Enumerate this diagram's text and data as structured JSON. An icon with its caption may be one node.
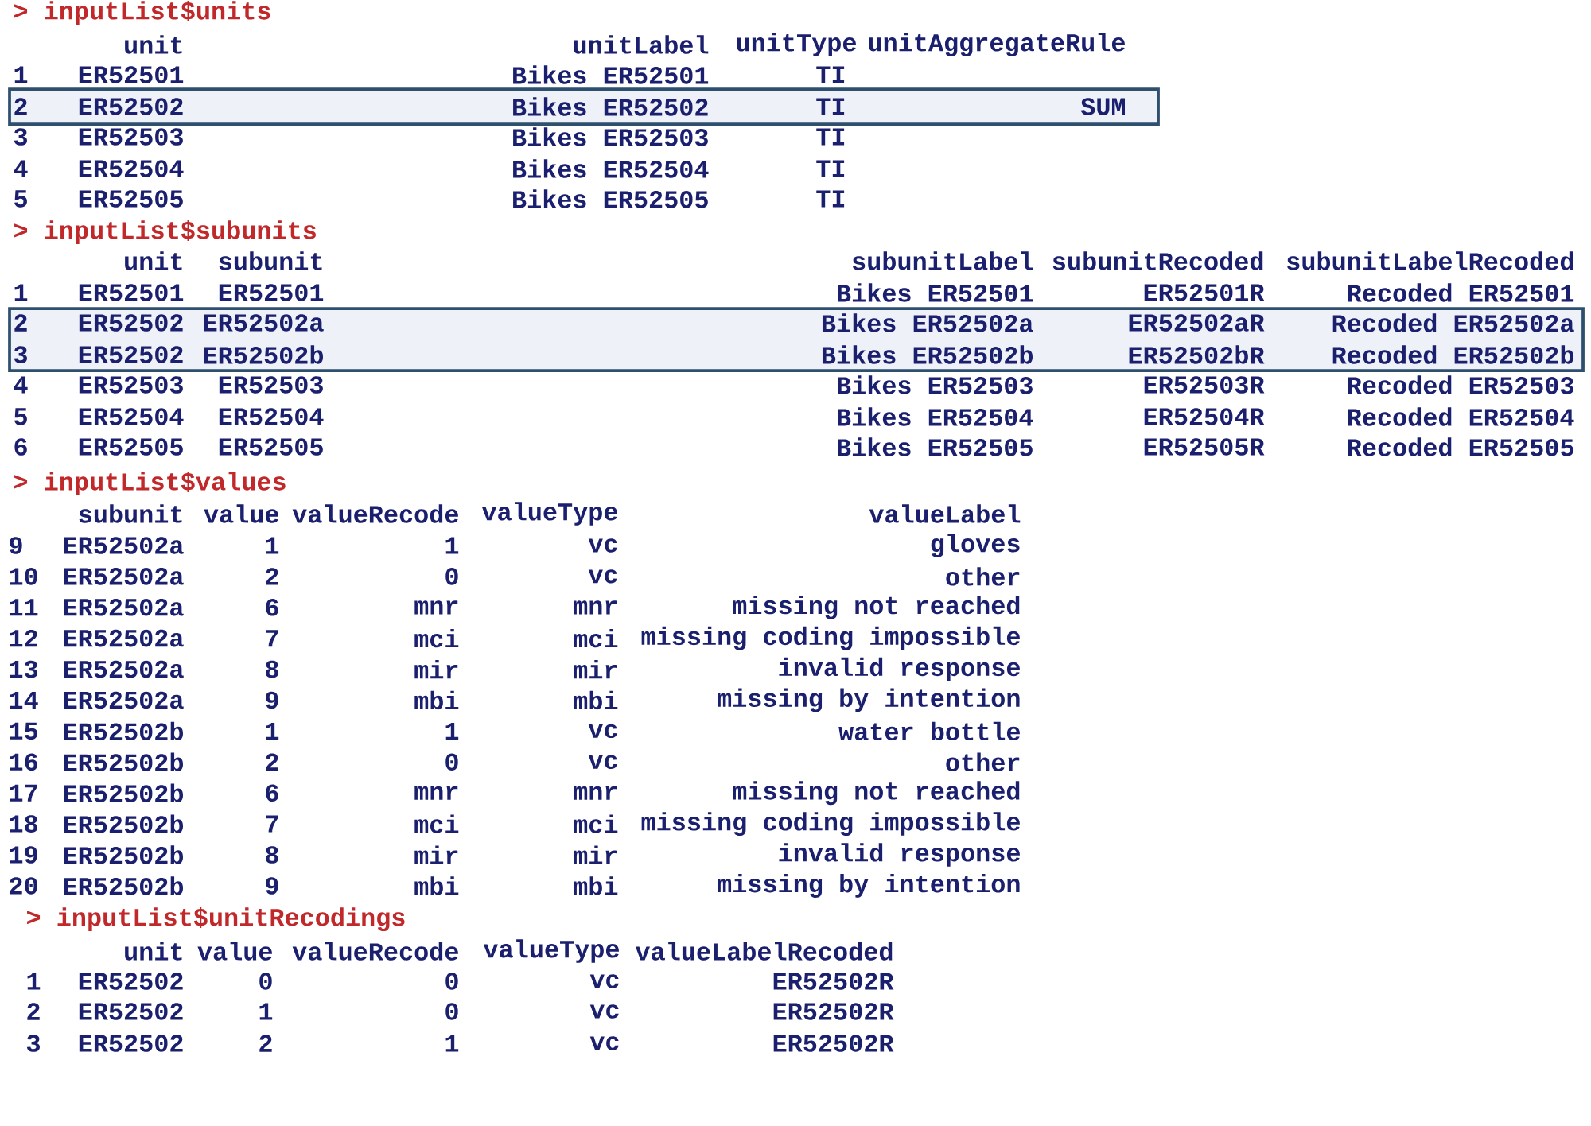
{
  "diagram": {
    "nodes": [
      {
        "text": [
          "2",
          "ER52502",
          "Bikes ER52502",
          "TI",
          "SUM"
        ]
      },
      {
        "text": [
          "2",
          "ER52502",
          "ER52502a",
          "Bikes ER52502a",
          "ER52502aR",
          "Recoded ER52502a",
          "3",
          "ER52502",
          "ER52502b",
          "Bikes ER52502b",
          "ER52502bR",
          "Recoded ER52502b"
        ]
      }
    ],
    "labels": [
      "> inputList$units",
      "unit",
      "unitLabel",
      "unitType",
      "unitAggregateRule",
      "1",
      "ER52501",
      "Bikes ER52501",
      "TI",
      "3",
      "ER52503",
      "Bikes ER52503",
      "TI",
      "4",
      "ER52504",
      "Bikes ER52504",
      "TI",
      "5",
      "ER52505",
      "Bikes ER52505",
      "TI",
      "> inputList$subunits",
      "unit",
      "subunit",
      "subunitLabel",
      "subunitRecoded",
      "subunitLabelRecoded",
      "1",
      "ER52501",
      "ER52501",
      "Bikes ER52501",
      "ER52501R",
      "Recoded ER52501",
      "4",
      "ER52503",
      "ER52503",
      "Bikes ER52503",
      "ER52503R",
      "Recoded ER52503",
      "5",
      "ER52504",
      "ER52504",
      "Bikes ER52504",
      "ER52504R",
      "Recoded ER52504",
      "6",
      "ER52505",
      "ER52505",
      "Bikes ER52505",
      "ER52505R",
      "Recoded ER52505",
      "> inputList$values",
      "subunit",
      "value",
      "valueRecode",
      "valueType",
      "valueLabel",
      "9",
      "ER52502a",
      "1",
      "1",
      "vc",
      "gloves",
      "10",
      "ER52502a",
      "2",
      "0",
      "vc",
      "other",
      "11",
      "ER52502a",
      "6",
      "mnr",
      "mnr",
      "missing not reached",
      "12",
      "ER52502a",
      "7",
      "mci",
      "mci",
      "missing coding impossible",
      "13",
      "ER52502a",
      "8",
      "mir",
      "mir",
      "invalid response",
      "14",
      "ER52502a",
      "9",
      "mbi",
      "mbi",
      "missing by intention",
      "15",
      "ER52502b",
      "1",
      "1",
      "vc",
      "water bottle",
      "16",
      "ER52502b",
      "2",
      "0",
      "vc",
      "other",
      "17",
      "ER52502b",
      "6",
      "mnr",
      "mnr",
      "missing not reached",
      "18",
      "ER52502b",
      "7",
      "mci",
      "mci",
      "missing coding impossible",
      "19",
      "ER52502b",
      "8",
      "mir",
      "mir",
      "invalid response",
      "20",
      "ER52502b",
      "9",
      "mbi",
      "mbi",
      "missing by intention",
      "> inputList$unitRecodings",
      "unit",
      "value",
      "valueRecode",
      "valueType",
      "valueLabelRecoded",
      "1",
      "ER52502",
      "0",
      "0",
      "vc",
      "ER52502R",
      "2",
      "ER52502",
      "1",
      "0",
      "vc",
      "ER52502R",
      "3",
      "ER52502",
      "2",
      "1",
      "vc",
      "ER52502R"
    ]
  }
}
